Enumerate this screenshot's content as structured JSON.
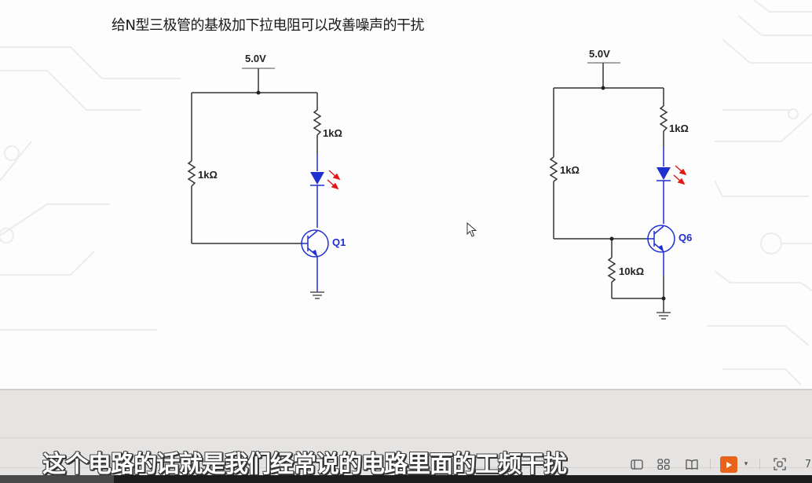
{
  "slide": {
    "title": "给N型三极管的基极加下拉电阻可以改善噪声的干扰",
    "circuit_left": {
      "supply": "5.0V",
      "r_collector": "1kΩ",
      "r_base": "1kΩ",
      "transistor": "Q1",
      "components": [
        "voltage-source",
        "resistor",
        "resistor",
        "led",
        "npn-transistor",
        "ground"
      ]
    },
    "circuit_right": {
      "supply": "5.0V",
      "r_collector": "1kΩ",
      "r_base": "1kΩ",
      "r_pulldown": "10kΩ",
      "transistor": "Q6",
      "components": [
        "voltage-source",
        "resistor",
        "resistor",
        "resistor",
        "led",
        "npn-transistor",
        "ground"
      ]
    }
  },
  "colors": {
    "wire": "#333333",
    "transistor_led": "#1f2fd0",
    "led_arrows": "#e01818",
    "play_button": "#e8641c"
  },
  "subtitle": "这个电路的话就是我们经常说的电路里面的工频干扰",
  "status_bar": {
    "icons": [
      "normal-view-icon",
      "grid-view-icon",
      "reading-view-icon",
      "play-slideshow-icon",
      "dropdown-icon",
      "fit-window-icon"
    ],
    "zoom_partial": "7"
  },
  "video": {
    "progress_fraction": 0.14
  }
}
